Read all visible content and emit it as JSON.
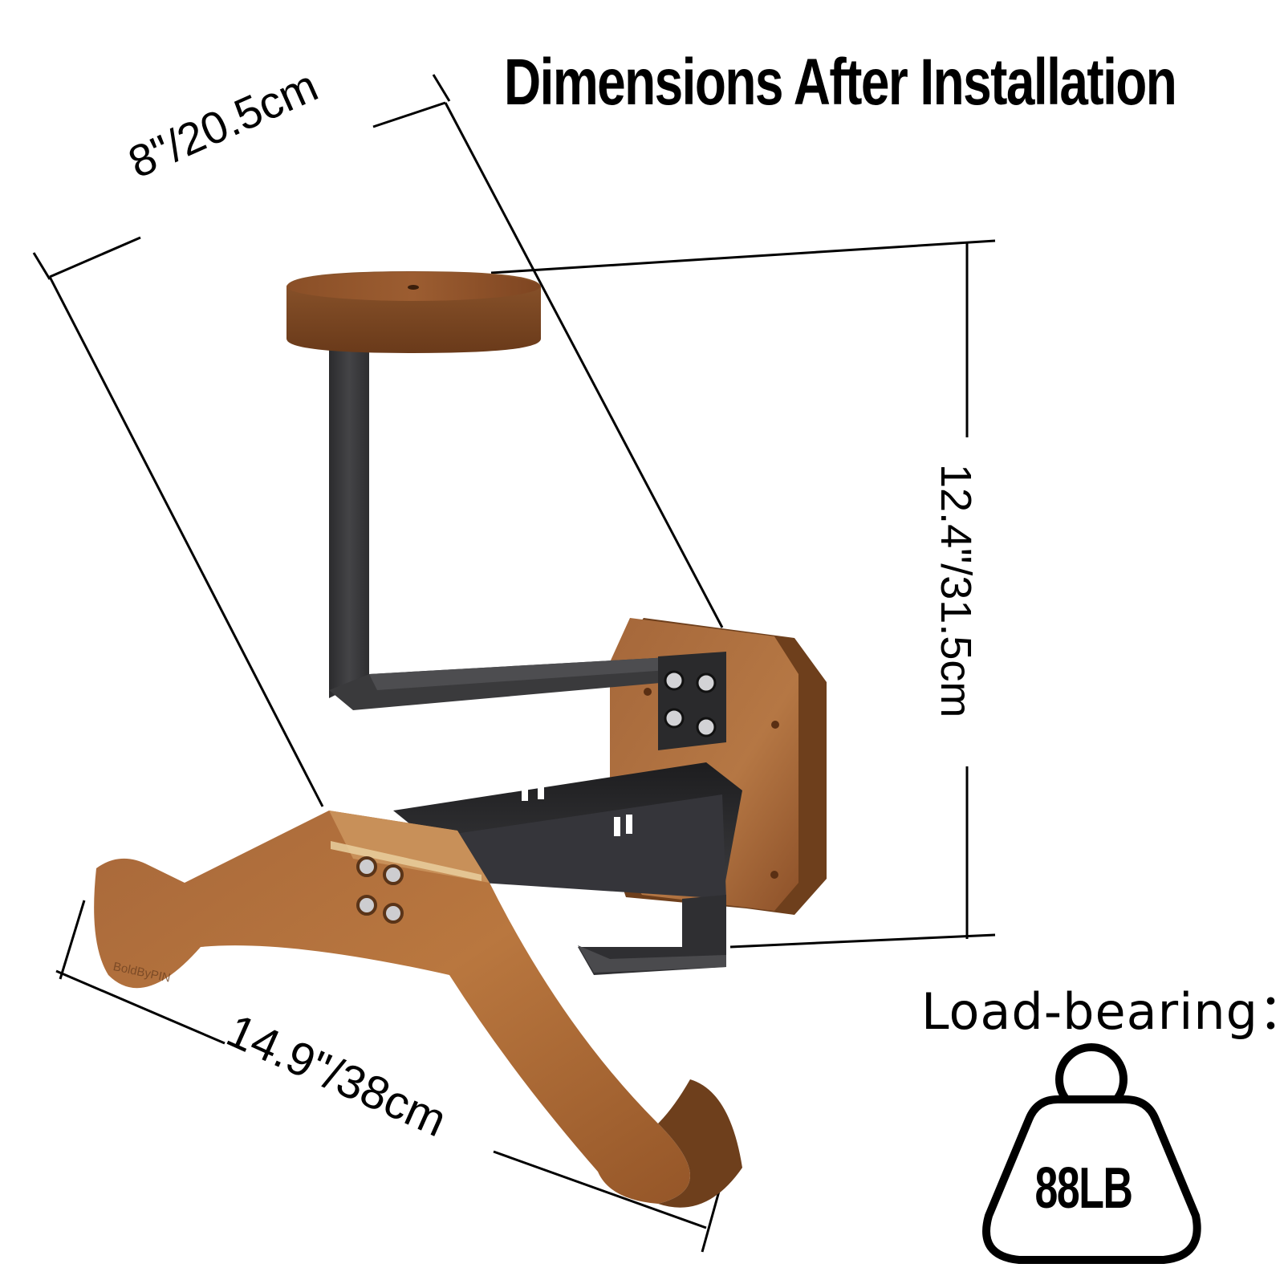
{
  "title": "Dimensions After Installation",
  "dimensions": {
    "width": "8\"/20.5cm",
    "height": "12.4\"/31.5cm",
    "length": "14.9\"/38cm"
  },
  "load": {
    "label": "Load-bearing：",
    "value": "88LB",
    "icon": "weight-icon"
  },
  "product": {
    "brand": "BoldByPIN",
    "description": "Wall-mounted wooden guitar hanger with black metal bracket and round wood headphone top",
    "colors": {
      "wood_light": "#b8743f",
      "wood_mid": "#965a2e",
      "wood_dark": "#6e3f1c",
      "metal": "#3c3c3e",
      "metal_dark": "#1f1f21",
      "screw": "#c9c9cc",
      "line": "#000000"
    }
  }
}
